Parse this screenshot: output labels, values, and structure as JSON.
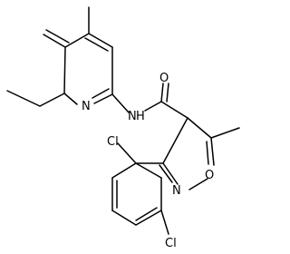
{
  "molecule": {
    "atom_labels": {
      "pyridine_n": "N",
      "amide_nh": "N",
      "amide_h": "H",
      "carbonyl_o": "O",
      "isoxazole_n": "N",
      "isoxazole_o": "O",
      "chlorine_upper": "Cl",
      "chlorine_lower": "Cl"
    }
  }
}
